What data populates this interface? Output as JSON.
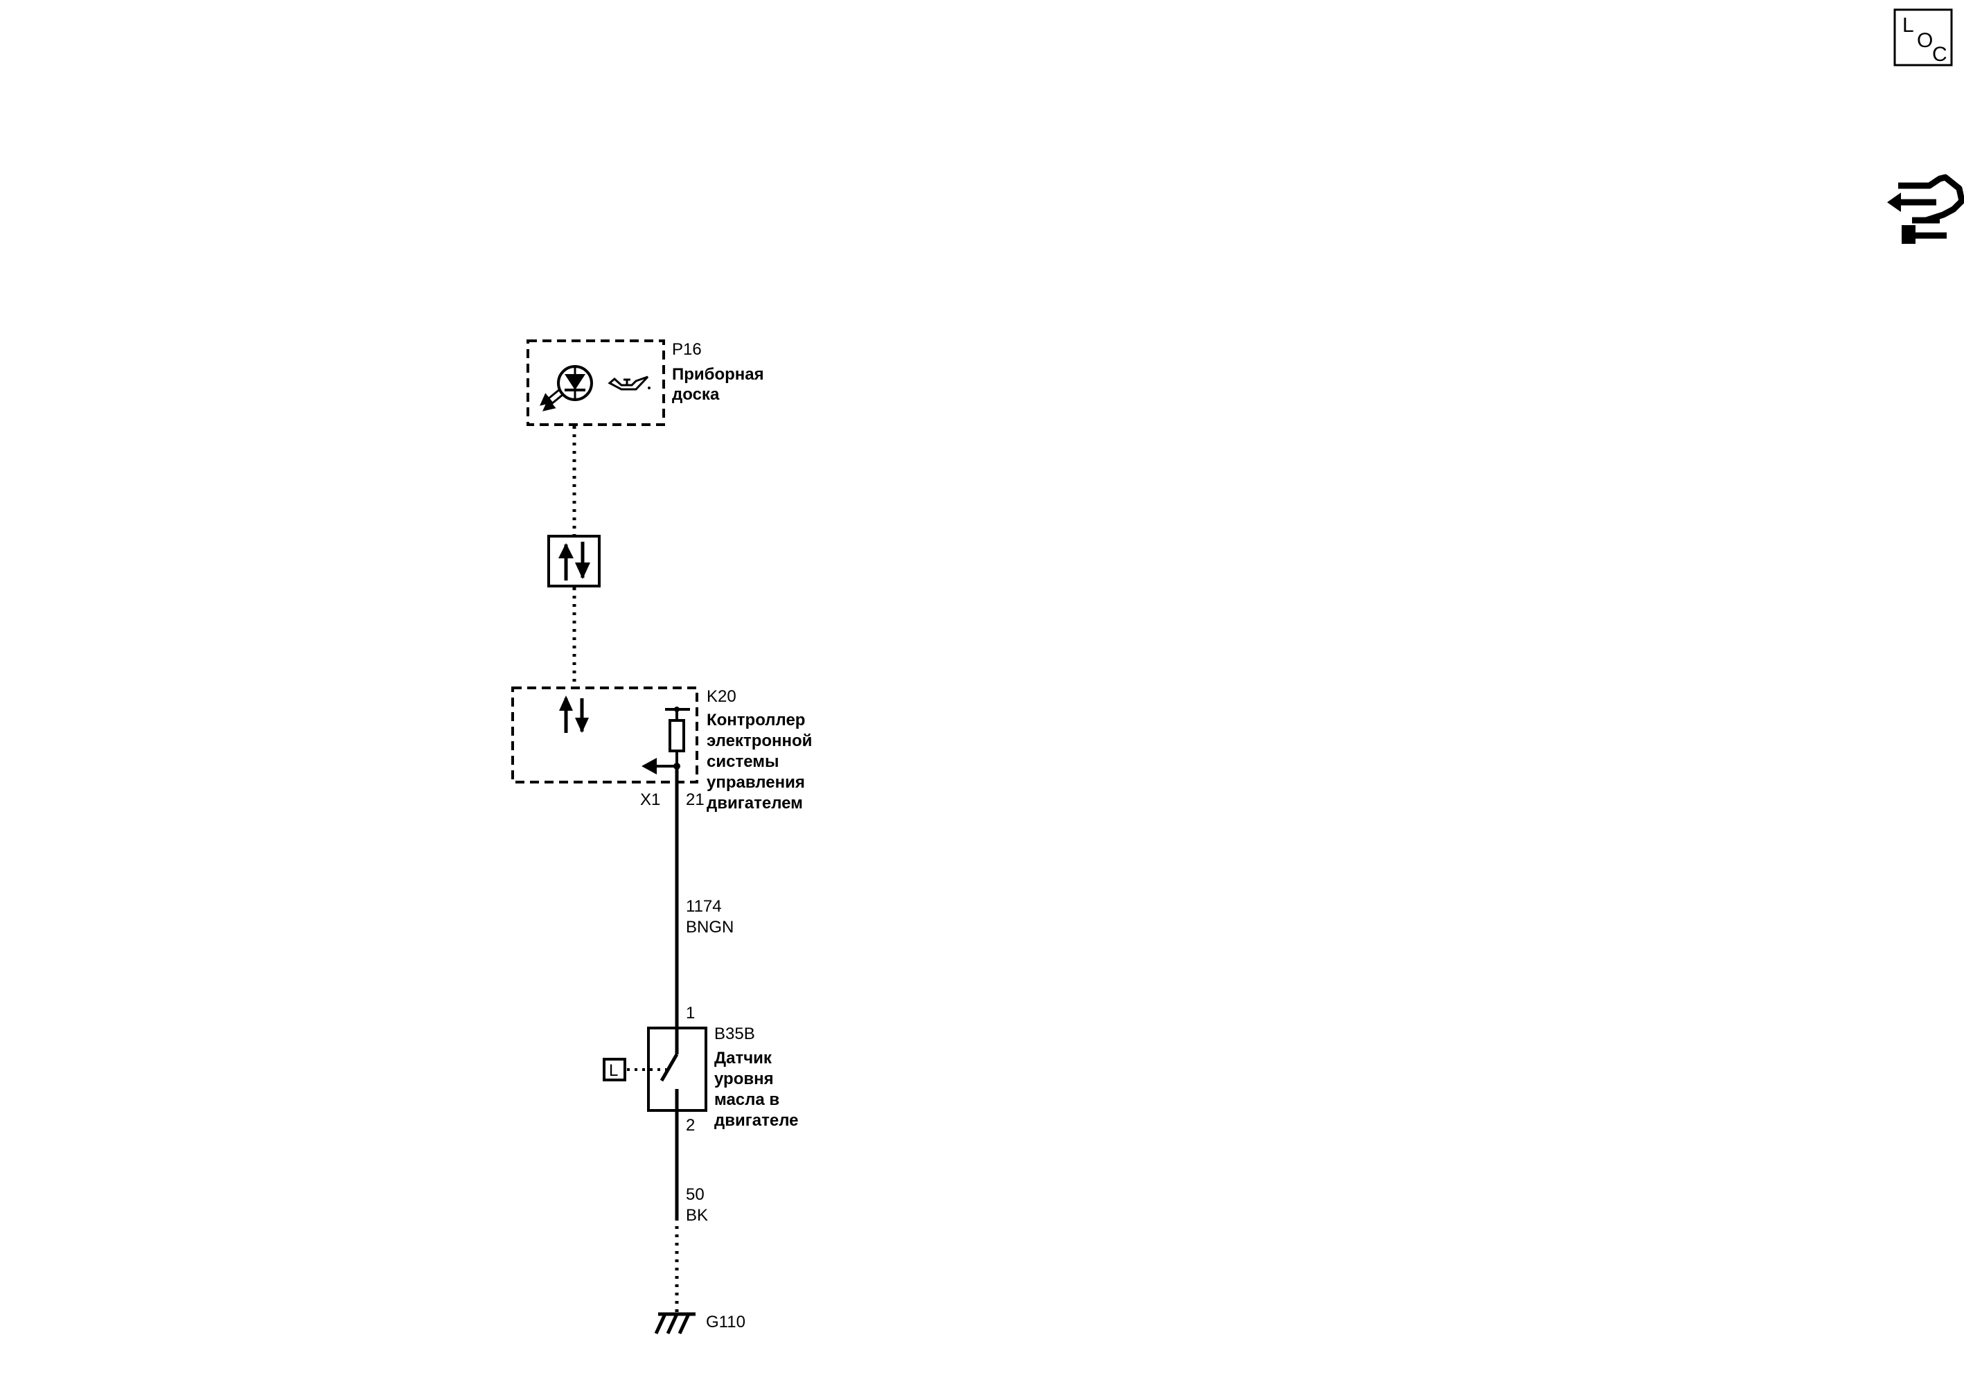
{
  "components": {
    "p16": {
      "id": "P16",
      "name_line1": "Приборная",
      "name_line2": "доска"
    },
    "k20": {
      "id": "K20",
      "name_line1": "Контроллер",
      "name_line2": "электронной",
      "name_line3": "системы",
      "name_line4": "управления",
      "name_line5": "двигателем",
      "connector": "X1",
      "pin": "21"
    },
    "b35b": {
      "id": "B35B",
      "name_line1": "Датчик",
      "name_line2": "уровня",
      "name_line3": "масла в",
      "name_line4": "двигателе",
      "pin_top": "1",
      "pin_bottom": "2",
      "indicator": "L"
    }
  },
  "wires": {
    "signal": {
      "circuit": "1174",
      "color": "BNGN"
    },
    "ground": {
      "circuit": "50",
      "color": "BK"
    }
  },
  "ground": {
    "id": "G110"
  },
  "corner": {
    "loc_l": "L",
    "loc_o": "O",
    "loc_c": "C"
  },
  "icons": [
    "bulb-icon",
    "oil-can-icon",
    "data-link-icon",
    "pull-up-resistor-icon",
    "switch-icon",
    "loc-icon",
    "wiring-hand-icon",
    "ground-icon"
  ]
}
